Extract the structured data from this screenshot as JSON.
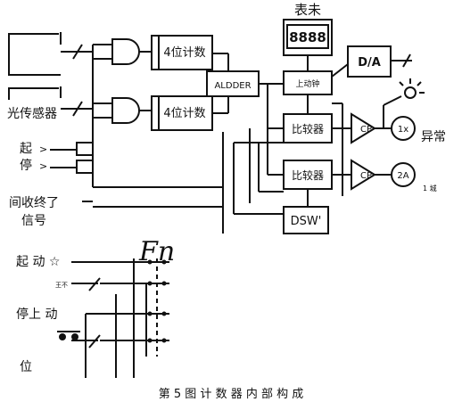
{
  "labels": {
    "display_title": "表未",
    "digits": "8888",
    "da": "D/A",
    "counter1": "4位计数",
    "counter2": "4位计数",
    "adder": "ALDDER",
    "clock": "上动钟",
    "comparator1": "比较器",
    "comparator2": "比较器",
    "cp1": "CP",
    "cp2": "CP",
    "output1": "1x",
    "output2": "2A",
    "abnormal": "异常",
    "small_note": "1 城",
    "dsw": "DSW'",
    "sensor": "光传感器",
    "start": "起",
    "stop": "停",
    "gt1": ">",
    "gt2": ">",
    "interval_end_line1": "间收终了",
    "interval_end_line2": "信号",
    "panel_start": "起 动 ☆",
    "panel_stop": "停上 动",
    "panel_position": "位",
    "panel_small": "王不",
    "fn": "Fn",
    "caption": "第 5 图 计 数 器 内 部 构 成"
  }
}
